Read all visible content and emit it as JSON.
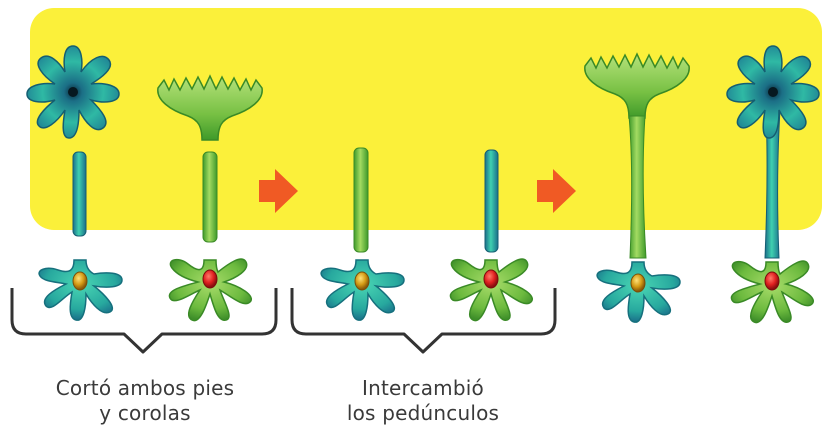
{
  "captions": {
    "first": {
      "line1": "Cortó ambos pies",
      "line2": "y corolas"
    },
    "second": {
      "line1": "Intercambió",
      "line2": "los pedúnculos"
    }
  },
  "colors": {
    "background_band": "#fbf03a",
    "arrow": "#f05a24",
    "green_species_light": "#8ed14e",
    "green_species_dark": "#3f9a2a",
    "blue_species_light": "#33c7a8",
    "blue_species_dark": "#1a6f8a",
    "nucleus_red": "#e02020",
    "nucleus_gold": "#d39a14",
    "bracket": "#333333"
  },
  "icons": [
    "arrow-right-icon",
    "arrow-right-icon"
  ]
}
